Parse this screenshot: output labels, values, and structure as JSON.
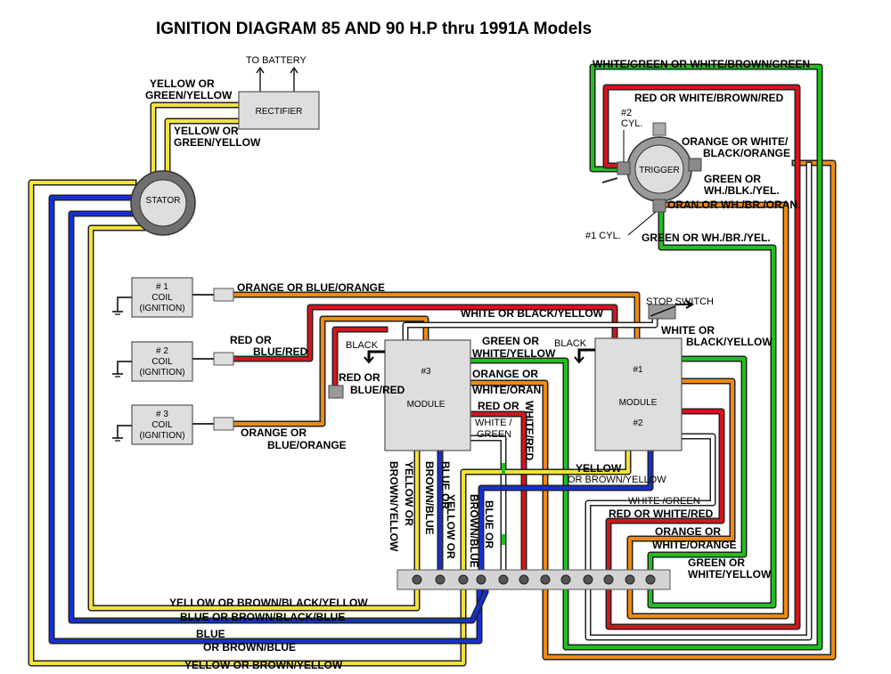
{
  "title": "IGNITION DIAGRAM  85 AND 90 H.P thru 1991A Models",
  "components": {
    "rectifier": "RECTIFIER",
    "to_battery": "TO BATTERY",
    "stator": "STATOR",
    "trigger": "TRIGGER",
    "cyl2": "#2",
    "cyl2b": "CYL.",
    "cyl1": "#1  CYL.",
    "stop_switch": "STOP  SWITCH",
    "coil1_num": "# 1",
    "coil2_num": "# 2",
    "coil3_num": "# 3",
    "coil_word": "COIL",
    "coil_ign": "(IGNITION)",
    "module3_num": "#3",
    "module3_name": "MODULE",
    "module1_num": "#1",
    "module1_name": "MODULE",
    "module1_sub": "#2"
  },
  "labels": {
    "yellow_or_1": "YELLOW OR",
    "green_yellow_1": "GREEN/YELLOW",
    "yellow_or_2": "YELLOW OR",
    "green_yellow_2": "GREEN/YELLOW",
    "white_green_top": "WHITE/GREEN OR WHITE/BROWN/GREEN",
    "red_white_brown_red": "RED OR WHITE/BROWN/RED",
    "orange_white_1": "ORANGE OR WHITE/",
    "orange_white_2": "BLACK/ORANGE",
    "green_or_1": "GREEN OR",
    "green_or_2": "WH./BLK./YEL.",
    "oran_or": "ORAN.OR WH./BR./ORAN.",
    "green_wh_br_yel": "GREEN OR WH./BR./YEL.",
    "coil1_wire": "ORANGE OR BLUE/ORANGE",
    "coil2_wire_1": "RED OR",
    "coil2_wire_2": "BLUE/RED",
    "coil3_wire_1": "ORANGE OR",
    "coil3_wire_2": "BLUE/ORANGE",
    "white_black_yellow": "WHITE OR BLACK/YELLOW",
    "black_1": "BLACK",
    "red_or_bluered_1": "RED OR",
    "red_or_bluered_2": "BLUE/RED",
    "green_white_yellow_1": "GREEN OR",
    "green_white_yellow_2": "WHITE/YELLOW",
    "black_2": "BLACK",
    "white_or_blk_yel_1": "WHITE OR",
    "white_or_blk_yel_2": "BLACK/YELLOW",
    "orange_or_m": "ORANGE OR",
    "white_oran_m": "WHITE/ORAN",
    "red_or_m": "RED OR",
    "white_red_v": "WHITE/RED",
    "white_green_m1": "WHITE /",
    "white_green_m2": "GREEN",
    "yellow_v1": "YELLOW OR",
    "yellow_v2": "BROWN/YELLOW",
    "brown_blue_v": "BROWN/BLUE",
    "blue_or_v": "BLUE OR",
    "yellow_or_v": "YELLOW OR",
    "brown_blue_v2": "BROWN/BLUE",
    "blue_or_v2": "BLUE OR",
    "yellow_r": "YELLOW",
    "or_brown_yellow_r": "OR BROWN/YELLOW",
    "white_green_r": "WHITE /GREEN",
    "red_white_red_r": "RED OR WHITE/RED",
    "orange_or_r": "ORANGE OR",
    "white_orange_r": "WHITE/ORANGE",
    "green_or_r": "GREEN OR",
    "white_yellow_r": "WHITE/YELLOW",
    "b1": "YELLOW OR BROWN/BLACK/YELLOW",
    "b2": "BLUE OR BROWN/BLACK/BLUE",
    "b3": "BLUE",
    "b4": "OR BROWN/BLUE",
    "b5": "YELLOW OR BROWN/YELLOW"
  },
  "colors": {
    "yellow": "#f3e33a",
    "blue": "#1530d0",
    "red": "#d4141c",
    "orange": "#f08a12",
    "green": "#1fbf1f",
    "white": "#ffffff",
    "black": "#111111"
  }
}
